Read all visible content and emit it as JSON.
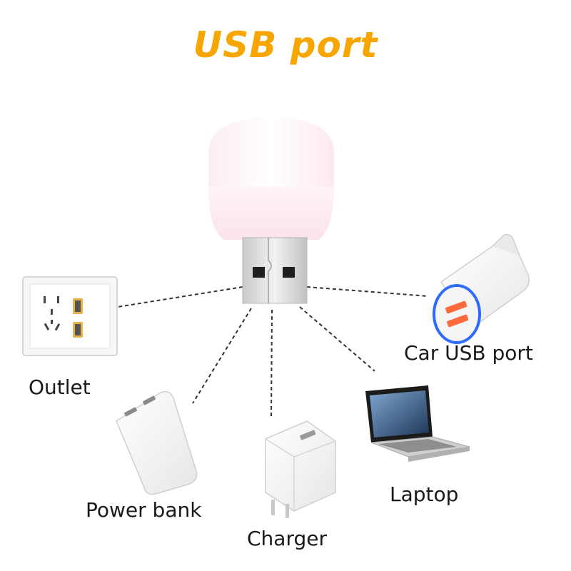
{
  "title": "USB port",
  "colors": {
    "title": "#f7a600",
    "connector_line": "#333333",
    "car_ring": "#2f6bff",
    "car_port_light": "#ff6a3a"
  },
  "devices": {
    "outlet": "Outlet",
    "car": "Car USB port",
    "power_bank": "Power bank",
    "charger": "Charger",
    "laptop": "Laptop"
  }
}
